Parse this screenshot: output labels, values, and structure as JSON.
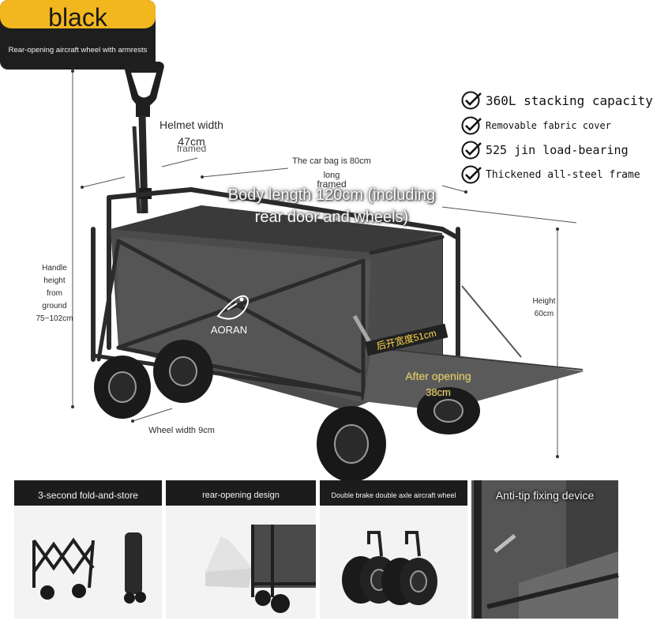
{
  "header": {
    "color_label": "black",
    "subtitle": "Rear-opening aircraft wheel with armrests",
    "colors": {
      "accent": "#f2b61f",
      "dark": "#1e1e1e"
    }
  },
  "features": [
    {
      "icon": "check-circle-icon",
      "text": "360L stacking capacity"
    },
    {
      "icon": "check-circle-icon",
      "text": "Removable fabric cover"
    },
    {
      "icon": "check-circle-icon",
      "text": "525 jin load-bearing"
    },
    {
      "icon": "check-circle-icon",
      "text": "Thickened all-steel frame"
    }
  ],
  "product": {
    "brand": "AORAN"
  },
  "annotations": {
    "helmet_width_title": "Helmet width",
    "helmet_width_value": "47cm",
    "helmet_width_tag": "framed",
    "car_bag_line1": "The car bag is 80cm",
    "car_bag_line2": "long",
    "car_bag_tag": "framed",
    "body_length_line1": "Body length 120cm (including",
    "body_length_line2": "rear door and wheels)",
    "handle_height": [
      "Handle",
      "height",
      "from",
      "ground",
      "75~102cm"
    ],
    "height_label": "Height",
    "height_value": "60cm",
    "rear_width_cn": "后开宽度51cm",
    "after_opening_line1": "After opening",
    "after_opening_line2": "38cm",
    "wheel_width": "Wheel width 9cm"
  },
  "panels": [
    {
      "label": "3-second fold-and-store"
    },
    {
      "label": "rear-opening design"
    },
    {
      "label": "Double brake double axle aircraft wheel"
    },
    {
      "label": "Anti-tip fixing device"
    }
  ]
}
